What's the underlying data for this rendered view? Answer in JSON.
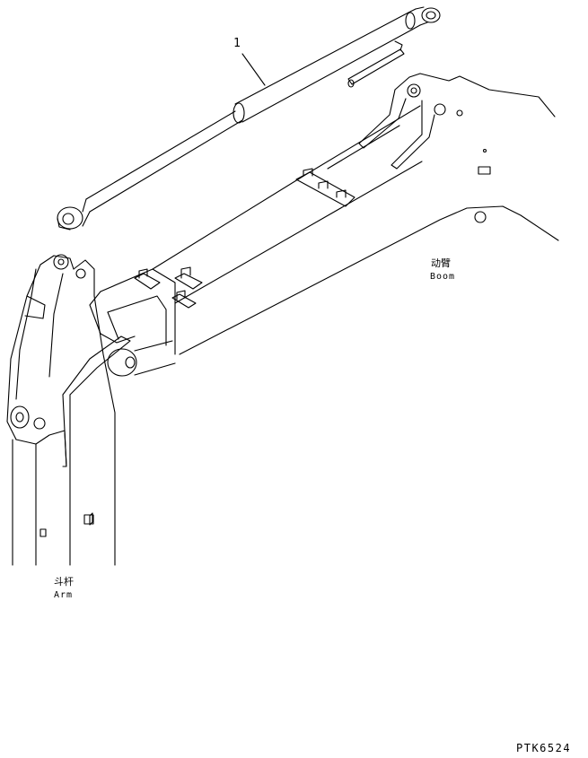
{
  "callouts": [
    {
      "number": "1"
    }
  ],
  "labels": {
    "boom": {
      "zh": "动臂",
      "en": "Boom"
    },
    "arm": {
      "zh": "斗杆",
      "en": "Arm"
    }
  },
  "drawing_code": "PTK6524",
  "colors": {
    "line": "#000000",
    "background": "#ffffff"
  }
}
